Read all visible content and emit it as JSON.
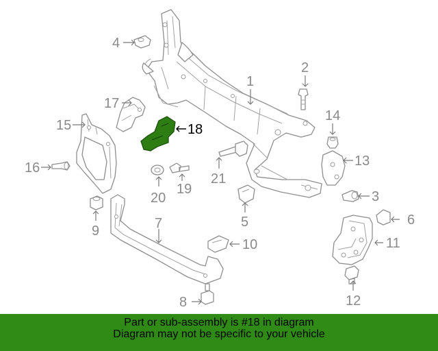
{
  "diagram": {
    "callouts": [
      "1",
      "2",
      "3",
      "4",
      "5",
      "6",
      "7",
      "8",
      "9",
      "11",
      "12",
      "13",
      "14",
      "15",
      "16",
      "17",
      "18",
      "19",
      "20",
      "21"
    ],
    "callout_10": "10",
    "highlighted_part": "18",
    "colors": {
      "highlight": "#2e7d12",
      "banner": "#2f8a16",
      "line": "#8e8e8e"
    }
  },
  "banner": {
    "line1": "Part or sub-assembly is #18 in diagram",
    "line2": "Diagram may not be specific to your vehicle"
  }
}
